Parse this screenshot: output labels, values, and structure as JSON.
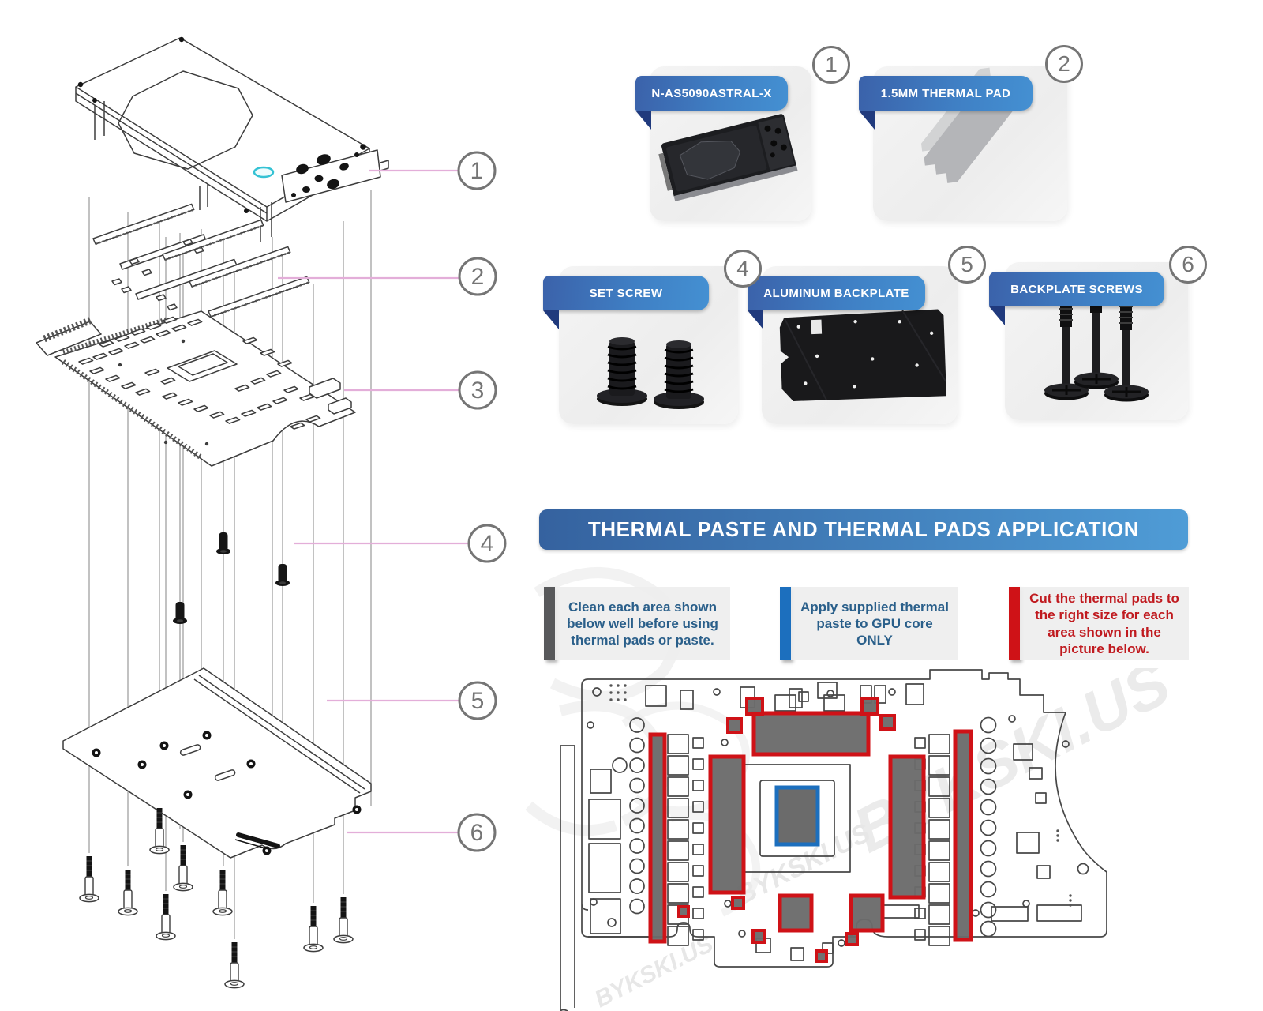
{
  "watermark": {
    "brand": "BYKSKI.US"
  },
  "banner": {
    "text": "THERMAL PASTE AND THERMAL PADS APPLICATION"
  },
  "parts": [
    {
      "number": "1",
      "label": "N-AS5090ASTRAL-X",
      "image": "water-block"
    },
    {
      "number": "2",
      "label": "1.5MM THERMAL PAD",
      "image": "thermal-pad"
    },
    {
      "number": "4",
      "label": "SET SCREW",
      "image": "set-screws"
    },
    {
      "number": "5",
      "label": "ALUMINUM BACKPLATE",
      "image": "aluminum-backplate"
    },
    {
      "number": "6",
      "label": "BACKPLATE SCREWS",
      "image": "backplate-screws"
    }
  ],
  "callouts": [
    "1",
    "2",
    "3",
    "4",
    "5",
    "6"
  ],
  "notes": [
    {
      "text": "Clean each area shown below well before using thermal pads or paste."
    },
    {
      "text": "Apply supplied thermal paste to GPU core ONLY"
    },
    {
      "text": "Cut the thermal pads to the right size for each area shown in the picture below."
    }
  ],
  "colors": {
    "pad_red": "#cf1217",
    "paste_blue": "#1c6fbe",
    "pad_gray": "#6b6b6b",
    "ribbon_start": "#3b62aa",
    "ribbon_end": "#4490d2",
    "ribbon_fold": "#203a7d",
    "banner_start": "#35629f",
    "banner_end": "#4f9cd6",
    "note_text_blue": "#2a5f8a",
    "note_text_red": "#c01a1f",
    "note_bar_gray": "#58595b",
    "callout_line": "#e3aed9",
    "circle_gray": "#757575",
    "accent_cyan": "#35c2d4",
    "watermark_gray": "#e7e7e7"
  }
}
